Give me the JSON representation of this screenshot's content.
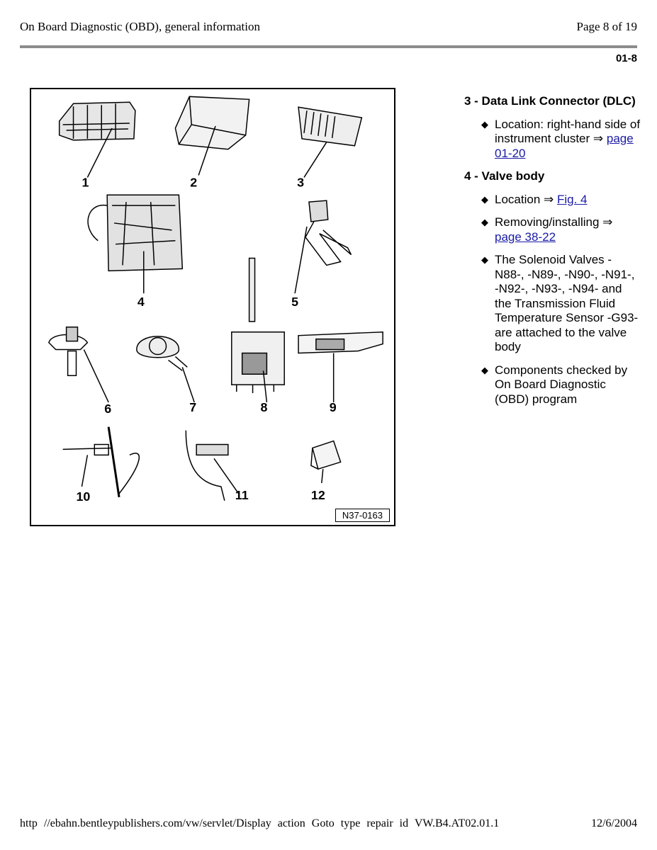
{
  "header": {
    "title": "On Board Diagnostic (OBD), general information",
    "page": "Page 8 of 19",
    "section_code": "01-8"
  },
  "figure": {
    "reference": "N37-0163",
    "callouts": [
      "1",
      "2",
      "3",
      "4",
      "5",
      "6",
      "7",
      "8",
      "9",
      "10",
      "11",
      "12"
    ]
  },
  "items": [
    {
      "title": "3 - Data Link Connector (DLC)",
      "bullets": [
        {
          "text": "Location: right-hand side of instrument cluster ⇒ ",
          "link": "page 01-20"
        }
      ]
    },
    {
      "title": "4 - Valve body",
      "bullets": [
        {
          "text": "Location ⇒ ",
          "link": "Fig. 4"
        },
        {
          "text": "Removing/installing ⇒ ",
          "link": "page 38-22"
        },
        {
          "text": "The Solenoid Valves - N88-, -N89-, -N90-, -N91-, -N92-, -N93-, -N94- and the Transmission Fluid Temperature Sensor -G93- are attached to the valve body",
          "link": ""
        },
        {
          "text": "Components checked by On Board Diagnostic (OBD) program",
          "link": ""
        }
      ]
    }
  ],
  "footer": {
    "url": "http //ebahn.bentleypublishers.com/vw/servlet/Display action Goto type repair id VW.B4.AT02.01.1",
    "date": "12/6/2004"
  }
}
